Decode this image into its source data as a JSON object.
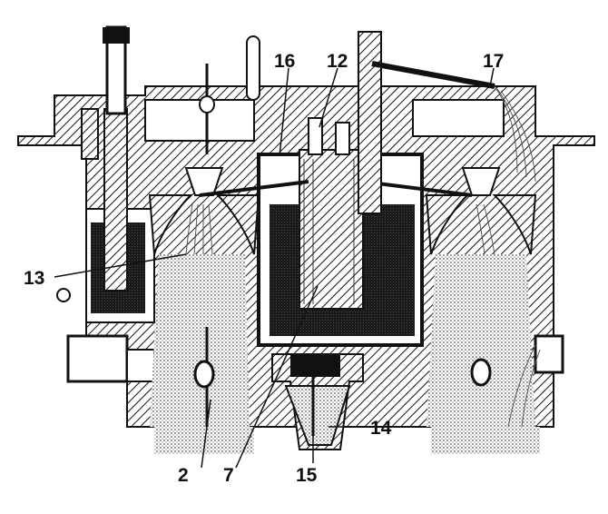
{
  "diagram": {
    "callouts": {
      "c2": "2",
      "c7": "7",
      "c12": "12",
      "c13": "13",
      "c14": "14",
      "c15": "15",
      "c16": "16",
      "c17": "17"
    }
  },
  "colors": {
    "ink": "#111111",
    "fuel_dark": "#1a1a1a",
    "stipple_air": "#bdbdbd",
    "paper": "#ffffff"
  }
}
